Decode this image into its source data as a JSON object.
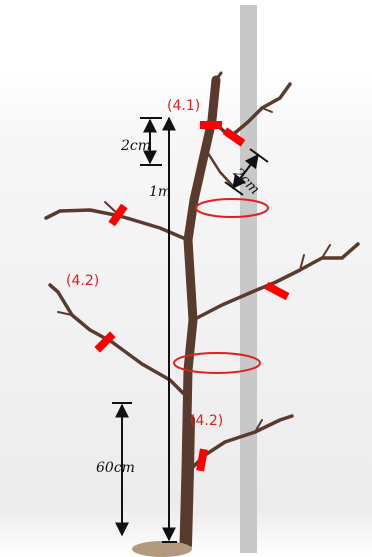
{
  "labels": {
    "top_cut": "(4.1)",
    "left_cut": "(4.2)",
    "bottom_cut": "(4.2)",
    "height_total": "1m",
    "height_top": "2cm",
    "branch_offset": "2cm",
    "height_bottom": "60cm"
  },
  "colors": {
    "cut_mark": "#ff0000",
    "branch": "#5a3a2c",
    "stake": "#c8c8c8",
    "ellipse": "#e02020",
    "label_red": "#e02020",
    "dimension": "#111111"
  }
}
